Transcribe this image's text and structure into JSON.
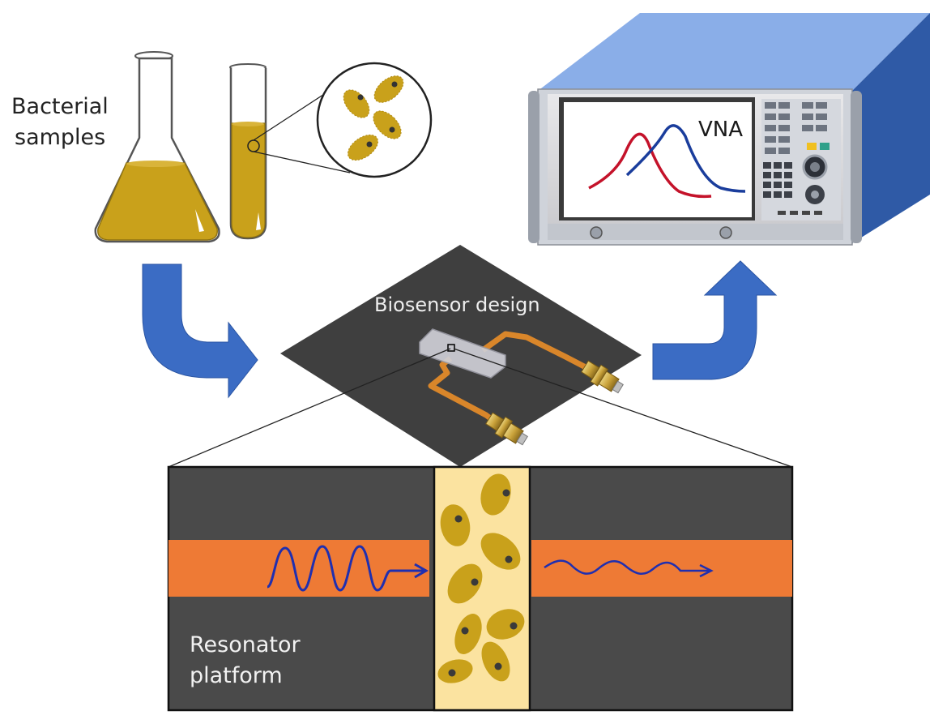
{
  "labels": {
    "bacterial_line1": "Bacterial",
    "bacterial_line2": "samples",
    "biosensor": "Biosensor design",
    "vna": "VNA",
    "resonator_line1": "Resonator",
    "resonator_line2": "platform"
  },
  "colors": {
    "culture": "#c9a11b",
    "bacteria": "#c9a11b",
    "arrow_blue": "#3b6cc4",
    "board": "#3f3f3f",
    "trace_orange": "#d9862a",
    "strip_orange": "#ee7a35",
    "gap_fill": "#fbe3a0",
    "wave_blue": "#1f2fb0",
    "curve_red": "#c4122a",
    "curve_blue": "#1a3d9c",
    "vna_body": "#4a78c9"
  },
  "icons": {
    "flask": "erlenmeyer-flask-icon",
    "tube": "test-tube-icon",
    "magnifier": "bacteria-magnifier-icon",
    "vna": "vector-network-analyzer-icon",
    "connector": "sma-connector-icon"
  }
}
